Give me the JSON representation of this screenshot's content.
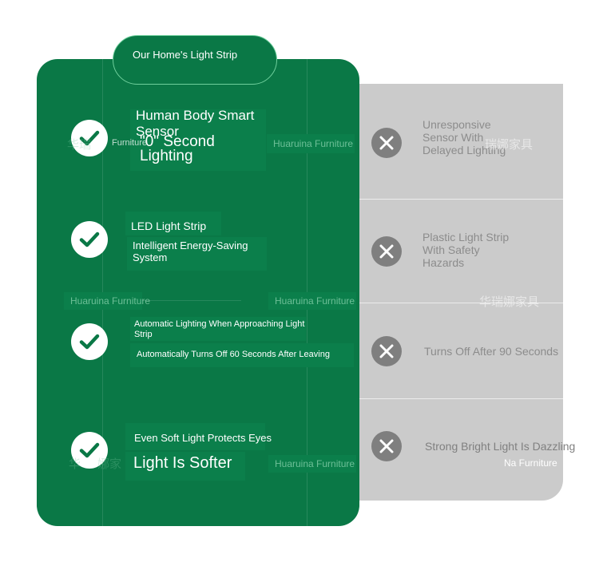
{
  "header": {
    "pill_label": "Our Home's Light Strip"
  },
  "rows": [
    {
      "good_title": "Human Body Smart Sensor",
      "good_title_2": "\"0\" Second Lighting",
      "bad_text": "Unresponsive Sensor With Delayed Lighting"
    },
    {
      "good_title": "LED Light Strip",
      "good_subtitle": "Intelligent Energy-Saving System",
      "bad_text": "Plastic Light Strip With Safety Hazards"
    },
    {
      "good_title": "Automatic Lighting When Approaching Light Strip",
      "good_subtitle": "Automatically Turns Off 60 Seconds After Leaving",
      "bad_text": "Turns Off After 90 Seconds"
    },
    {
      "good_title": "Even Soft Light Protects Eyes",
      "good_subtitle": "Light Is Softer",
      "bad_text": "Strong Bright Light Is Dazzling"
    }
  ],
  "watermarks": {
    "brand_en": "Huaruina Furniture",
    "brand_en_short": "Furniture",
    "brand_en_tail": "Na Furniture",
    "brand_cn": "华瑞娜家具",
    "brand_cn_partial_1": "瑞娜家具",
    "brand_cn_partial_2": "华",
    "brand_cn_partial_3": "娜家",
    "brand_cn_partial_4": "华瑞"
  },
  "colors": {
    "green": "#0a7846",
    "grey_panel": "#cbcbcb",
    "x_circle": "#7f7f7f",
    "pill_border": "#6fcf9c"
  }
}
